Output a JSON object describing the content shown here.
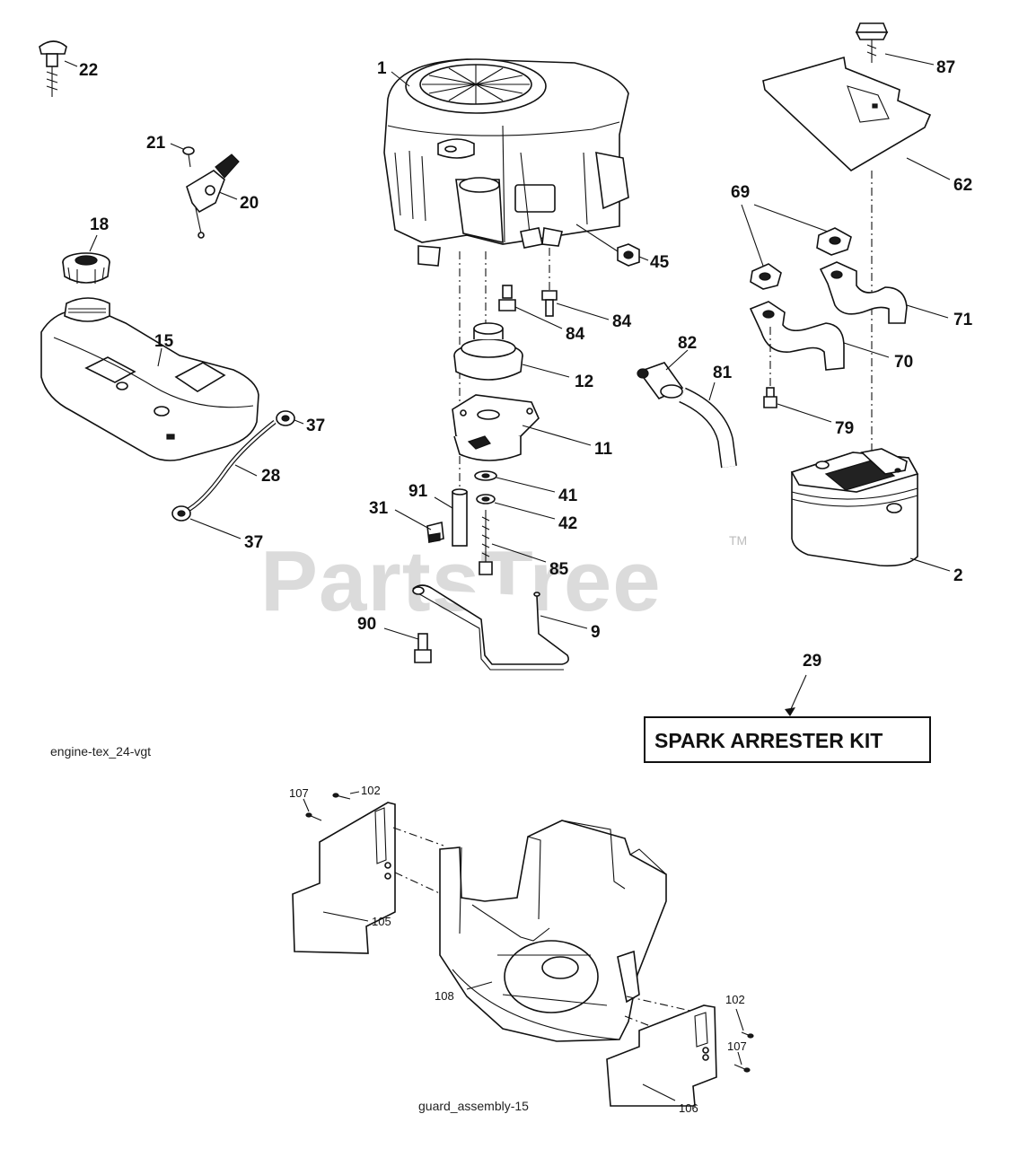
{
  "watermark": {
    "text": "PartsTree",
    "trademark": "TM"
  },
  "captions": {
    "engine_section": "engine-tex_24-vgt",
    "guard_section": "guard_assembly-15"
  },
  "kit_box": {
    "callout": "29",
    "label": "SPARK ARRESTER KIT"
  },
  "callouts": {
    "c1": "1",
    "c22": "22",
    "c21": "21",
    "c20": "20",
    "c18": "18",
    "c15": "15",
    "c37a": "37",
    "c28": "28",
    "c37b": "37",
    "c45": "45",
    "c84a": "84",
    "c84b": "84",
    "c12": "12",
    "c11": "11",
    "c41": "41",
    "c42": "42",
    "c91": "91",
    "c31": "31",
    "c85": "85",
    "c90": "90",
    "c9": "9",
    "c82": "82",
    "c81": "81",
    "c87": "87",
    "c62": "62",
    "c69": "69",
    "c71": "71",
    "c70": "70",
    "c79": "79",
    "c2": "2",
    "c107a": "107",
    "c102a": "102",
    "c105": "105",
    "c108": "108",
    "c102b": "102",
    "c107b": "107",
    "c106": "106"
  }
}
